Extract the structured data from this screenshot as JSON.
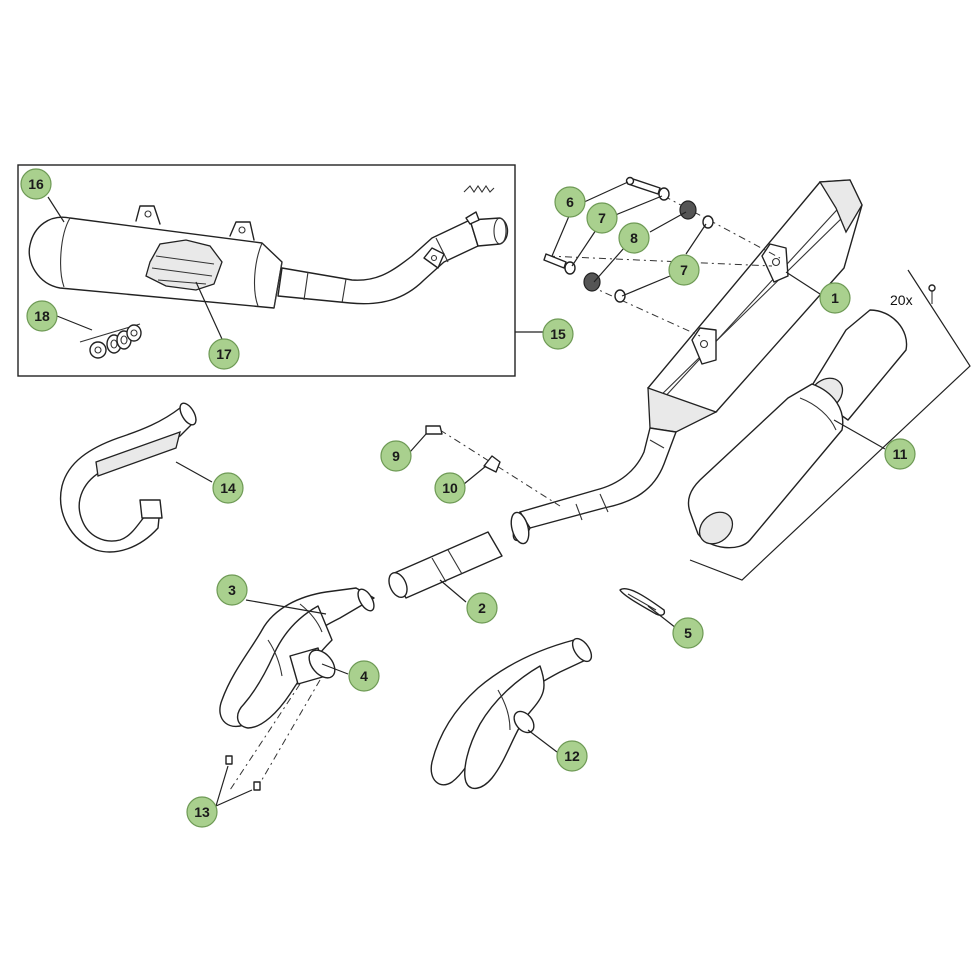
{
  "callouts": [
    {
      "num": "1"
    },
    {
      "num": "2"
    },
    {
      "num": "3"
    },
    {
      "num": "4"
    },
    {
      "num": "5"
    },
    {
      "num": "6"
    },
    {
      "num": "7"
    },
    {
      "num": "7"
    },
    {
      "num": "8"
    },
    {
      "num": "9"
    },
    {
      "num": "10"
    },
    {
      "num": "11"
    },
    {
      "num": "12"
    },
    {
      "num": "13"
    },
    {
      "num": "14"
    },
    {
      "num": "15"
    },
    {
      "num": "16"
    },
    {
      "num": "17"
    },
    {
      "num": "18"
    }
  ],
  "packing_quantity": "20x"
}
